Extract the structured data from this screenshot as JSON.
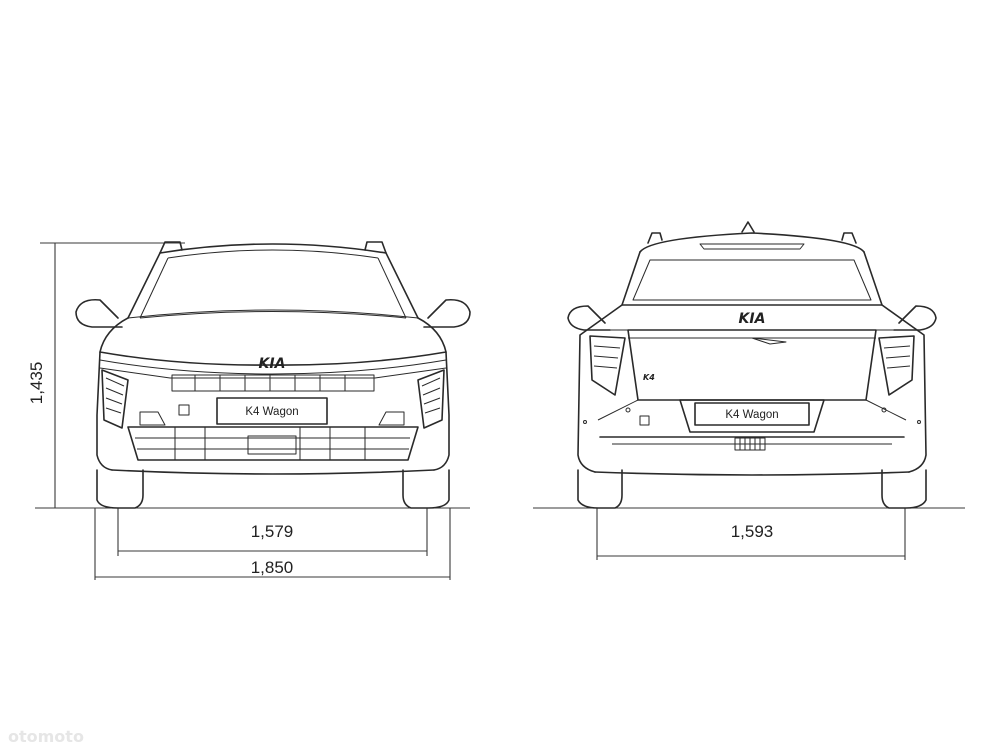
{
  "dimensions": {
    "height": "1,435",
    "front_track": "1,579",
    "overall_width": "1,850",
    "rear_track": "1,593"
  },
  "front_view": {
    "plate": "K4 Wagon",
    "logo": "KIA"
  },
  "rear_view": {
    "plate": "K4 Wagon",
    "logo": "KIA",
    "badge": "K4"
  },
  "watermark": "otomoto"
}
